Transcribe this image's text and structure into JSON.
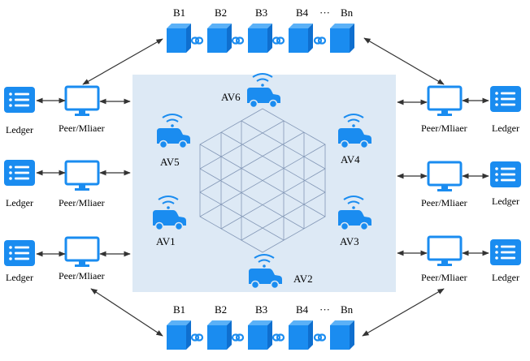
{
  "colors": {
    "accent": "#1a8cf0",
    "accent_dark": "#0f6fcf",
    "accent_light": "#5bb1f7",
    "panel": "#dde9f5",
    "grid": "#7a8fb0",
    "arrow": "#333333"
  },
  "blockchain_top": {
    "blocks": [
      "B1",
      "B2",
      "B3",
      "B4",
      "Bn"
    ],
    "ellipsis": "···"
  },
  "blockchain_bottom": {
    "blocks": [
      "B1",
      "B2",
      "B3",
      "B4",
      "Bn"
    ],
    "ellipsis": "···"
  },
  "left_nodes": [
    {
      "ledger_label": "Ledger",
      "peer_label": "Peer/Mliaer"
    },
    {
      "ledger_label": "Ledger",
      "peer_label": "Peer/Mliaer"
    },
    {
      "ledger_label": "Ledger",
      "peer_label": "Peer/Mliaer"
    }
  ],
  "right_nodes": [
    {
      "ledger_label": "Ledger",
      "peer_label": "Peer/Mliaer"
    },
    {
      "ledger_label": "Ledger",
      "peer_label": "Peer/Mliaer"
    },
    {
      "ledger_label": "Ledger",
      "peer_label": "Peer/Mliaer"
    }
  ],
  "vehicles": [
    {
      "id": "av1",
      "label": "AV1"
    },
    {
      "id": "av2",
      "label": "AV2"
    },
    {
      "id": "av3",
      "label": "AV3"
    },
    {
      "id": "av4",
      "label": "AV4"
    },
    {
      "id": "av5",
      "label": "AV5"
    },
    {
      "id": "av6",
      "label": "AV6"
    }
  ]
}
